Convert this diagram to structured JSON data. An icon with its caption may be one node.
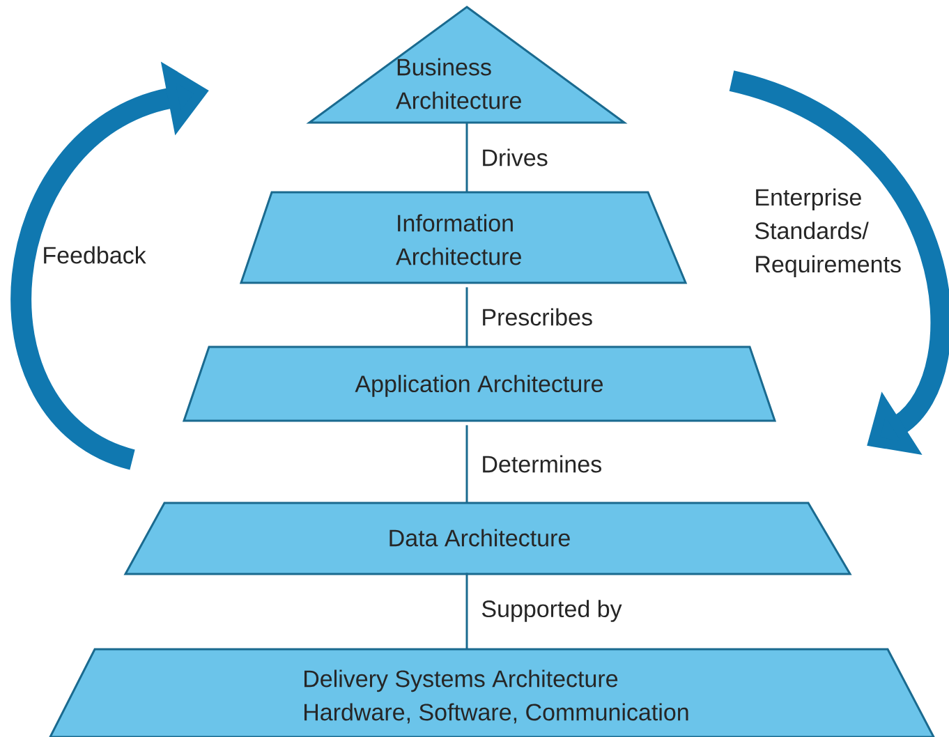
{
  "diagram": {
    "nodes": [
      {
        "text": [
          "Business Architecture"
        ]
      },
      {
        "text": [
          "Information Architecture"
        ]
      },
      {
        "text": [
          "Application Architecture"
        ]
      },
      {
        "text": [
          "Data Architecture"
        ]
      },
      {
        "text": [
          "Delivery Systems Architecture",
          "Hardware, Software, Communication"
        ]
      }
    ],
    "edges": [
      {
        "from": 0,
        "to": 1,
        "arrow": "none",
        "label": "Drives"
      },
      {
        "from": 1,
        "to": 2,
        "arrow": "none",
        "label": "Prescribes"
      },
      {
        "from": 2,
        "to": 3,
        "arrow": "none",
        "label": "Determines"
      },
      {
        "from": 3,
        "to": 4,
        "arrow": "none",
        "label": "Supported by"
      }
    ],
    "labels": [
      "Feedback",
      "Enterprise Standards/ Requirements"
    ]
  }
}
